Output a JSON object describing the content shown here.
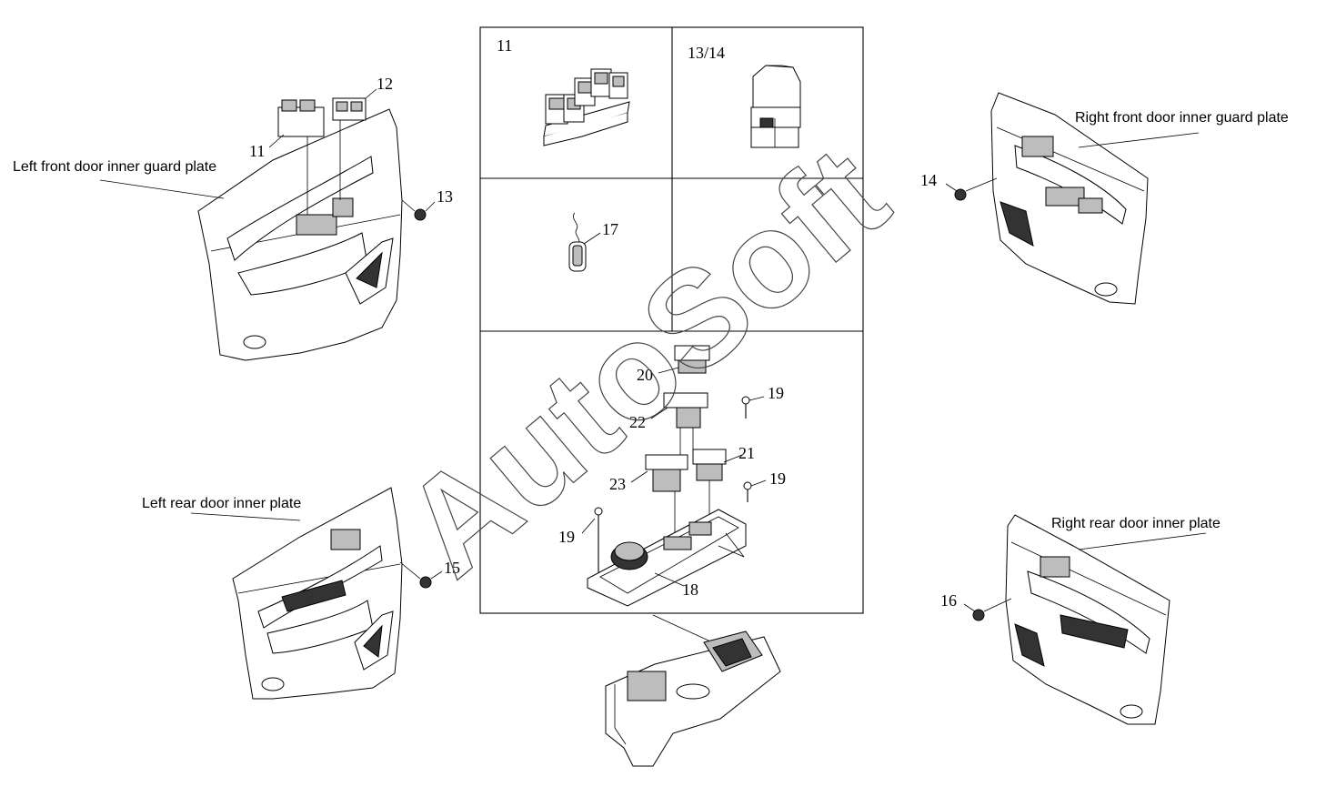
{
  "labels": {
    "left_front": "Left front door inner guard plate",
    "right_front": "Right front door inner guard plate",
    "left_rear": "Left rear door inner plate",
    "right_rear": "Right rear door inner plate"
  },
  "callouts": {
    "c11": "11",
    "c12": "12",
    "c13": "13",
    "c14": "14",
    "c15": "15",
    "c16": "16",
    "c17": "17",
    "c18": "18",
    "c19a": "19",
    "c19b": "19",
    "c19c": "19",
    "c20": "20",
    "c21": "21",
    "c22": "22",
    "c23": "23"
  },
  "panels": {
    "p11": "11",
    "p1314": "13/14"
  },
  "watermark": "AutoSoft"
}
